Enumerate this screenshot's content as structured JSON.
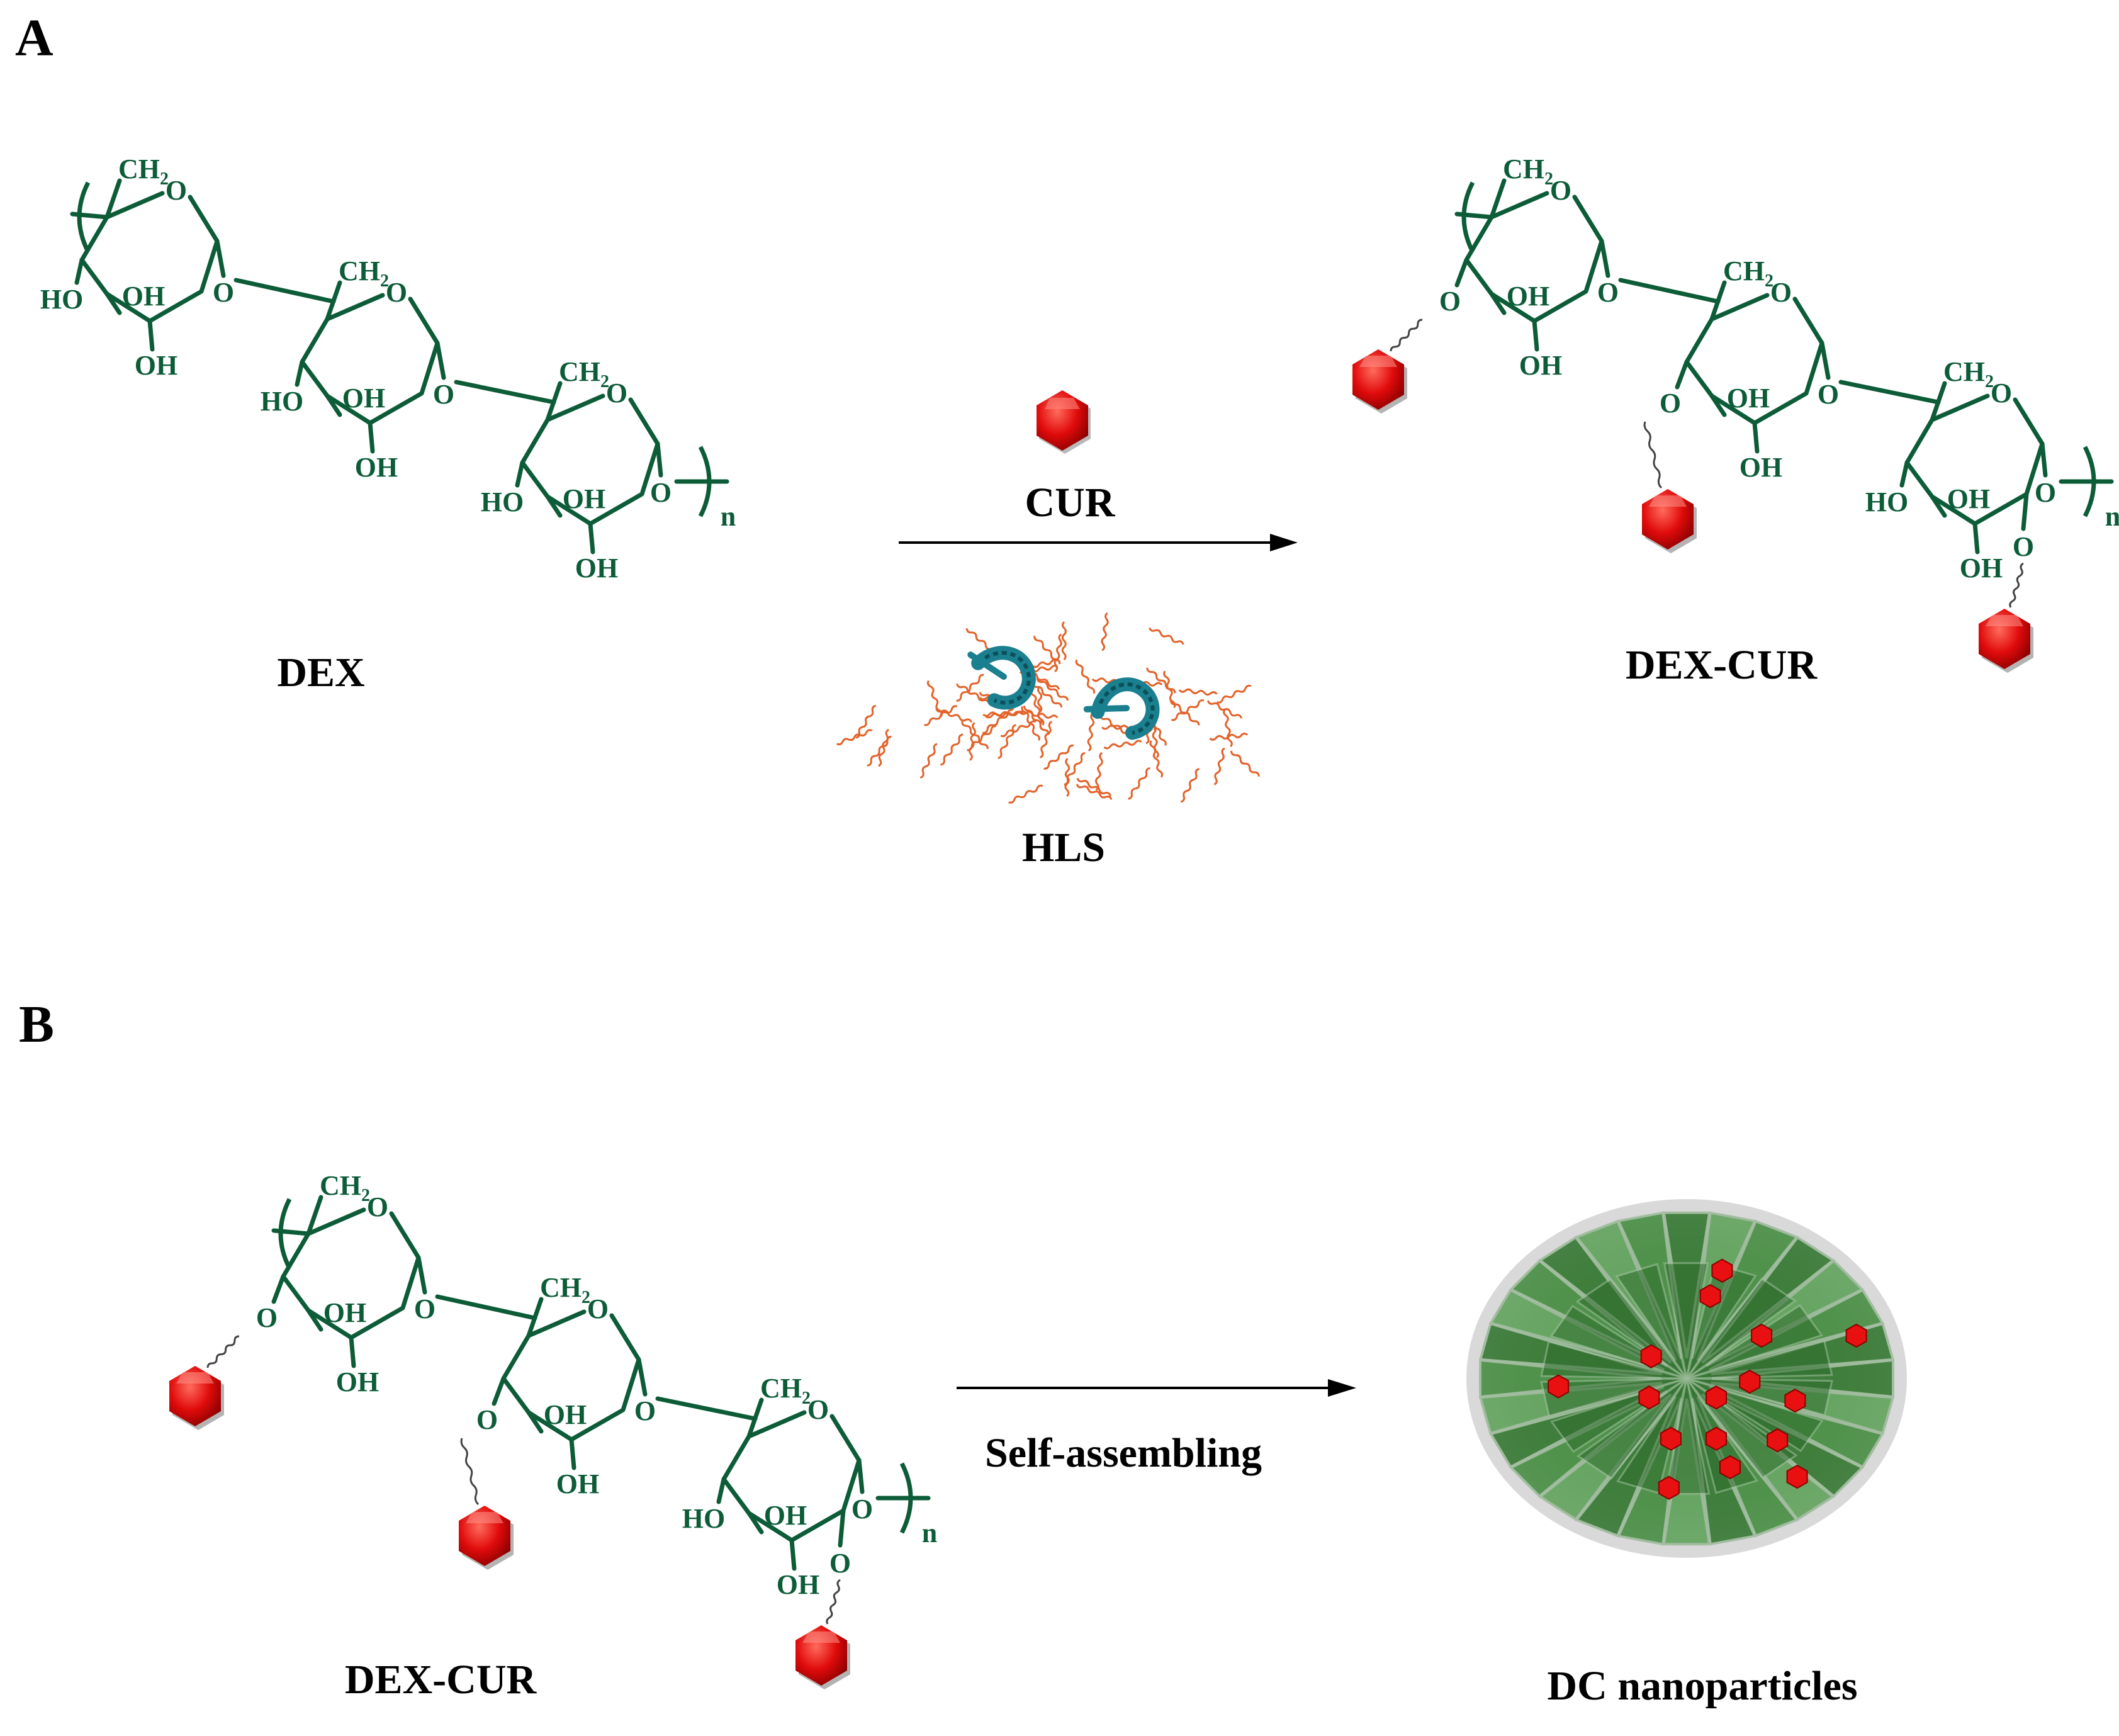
{
  "panels": {
    "a": {
      "letter": "A",
      "reactant_label": "DEX",
      "reagent_label": "CUR",
      "catalyst_label": "HLS",
      "product_label": "DEX-CUR"
    },
    "b": {
      "letter": "B",
      "reactant_label": "DEX-CUR",
      "process_label": "Self-assembling",
      "product_label": "DC nanoparticles"
    }
  },
  "atoms": {
    "ring_oxygen": "O",
    "hydroxyl": "OH",
    "hydroxyl_left": "HO",
    "methylene": "CH",
    "methylene_subscript": "2",
    "repeat_subscript": "n"
  },
  "colors": {
    "bond": "#0d5c38",
    "curcumin": "#e00b0b",
    "enzyme": "#1a7f8e",
    "lipid_tails": "#e2632a",
    "nanoparticle": "#4f9a4e"
  },
  "icons": {
    "curcumin": "red-hexagon",
    "enzyme": "teal-protein-ribbon",
    "nanoparticle": "green-cone-sphere"
  }
}
